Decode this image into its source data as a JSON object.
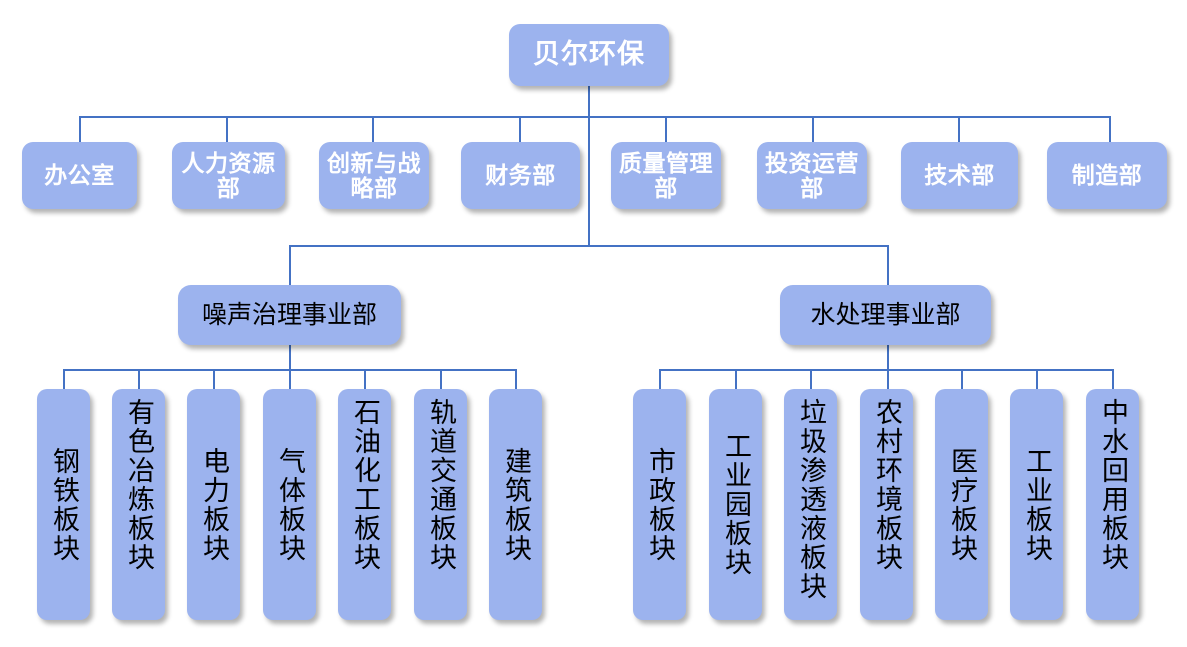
{
  "colors": {
    "node_fill": "#9CB3EE",
    "connector": "#4472C4",
    "top_text": "#FFFFFF",
    "lower_text": "#000000",
    "background": "#FFFFFF"
  },
  "root": {
    "label": "贝尔环保"
  },
  "departments": [
    {
      "label": "办公室"
    },
    {
      "label": "人力资源部"
    },
    {
      "label": "创新与战略部"
    },
    {
      "label": "财务部"
    },
    {
      "label": "质量管理部"
    },
    {
      "label": "投资运营部"
    },
    {
      "label": "技术部"
    },
    {
      "label": "制造部"
    }
  ],
  "divisions": [
    {
      "label": "噪声治理事业部",
      "segments": [
        {
          "label": "钢铁板块"
        },
        {
          "label": "有色冶炼板块"
        },
        {
          "label": "电力板块"
        },
        {
          "label": "气体板块"
        },
        {
          "label": "石油化工板块"
        },
        {
          "label": "轨道交通板块"
        },
        {
          "label": "建筑板块"
        }
      ]
    },
    {
      "label": "水处理事业部",
      "segments": [
        {
          "label": "市政板块"
        },
        {
          "label": "工业园板块"
        },
        {
          "label": "垃圾渗透液板块"
        },
        {
          "label": "农村环境板块"
        },
        {
          "label": "医疗板块"
        },
        {
          "label": "工业板块"
        },
        {
          "label": "中水回用板块"
        }
      ]
    }
  ]
}
